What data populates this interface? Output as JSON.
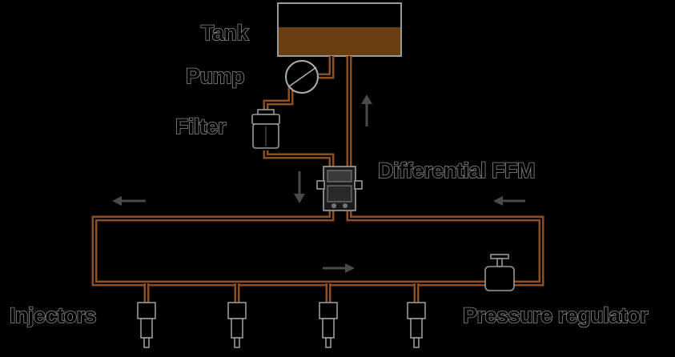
{
  "labels": {
    "tank": "Tank",
    "pump": "Pump",
    "filter": "Filter",
    "ffm": "Differential FFM",
    "injectors": "Injectors",
    "regulator": "Pressure regulator"
  },
  "colors": {
    "background": "#000000",
    "pipe": "#8c4e22",
    "fuel": "#6b3d12",
    "outline": "#9a9a9a",
    "arrow": "#4a4a4a"
  },
  "injector_count": 4
}
